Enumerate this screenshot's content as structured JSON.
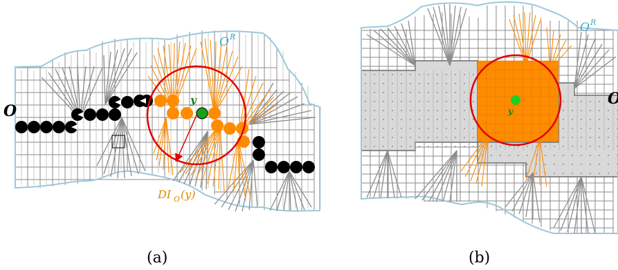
{
  "panel_a": {
    "caption": "(a)",
    "object_label": "O",
    "region_label": "O",
    "region_label_sup": "R",
    "point_label": "y",
    "influence_label": "DI",
    "influence_label_sub": "O",
    "influence_label_arg": "(y)"
  },
  "panel_b": {
    "caption": "(b)",
    "object_label": "O",
    "region_label": "O",
    "region_label_sup": "R",
    "point_label": "y"
  },
  "colors": {
    "object": "#000000",
    "influence": "#ff8c00",
    "circle": "#e00000",
    "point": "#1aa01a",
    "grid": "#8a8a8a",
    "boundary": "#9cc8dc",
    "shaded": "#d9d9d9",
    "label_blue": "#3aa8c8",
    "label_orange": "#e08a00"
  }
}
